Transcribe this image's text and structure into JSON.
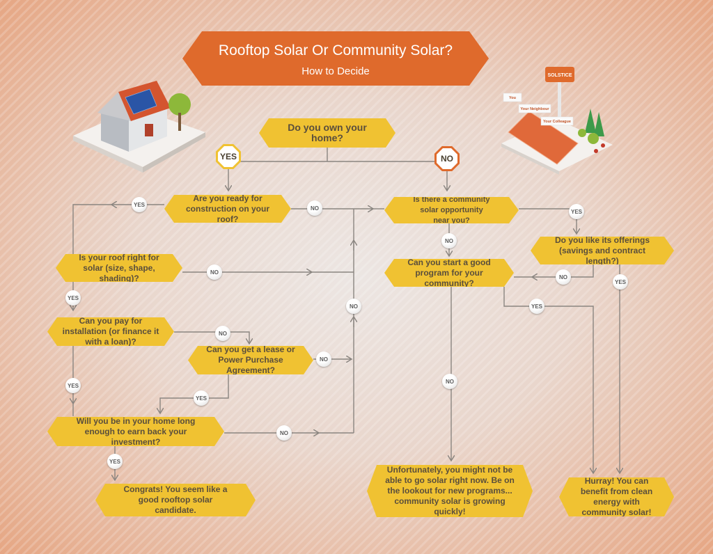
{
  "title": "Rooftop Solar Or Community Solar?",
  "subtitle": "How to Decide",
  "illustrations": {
    "house": "house-with-solar-panels",
    "community": "community-solar-farm",
    "community_sign_lettering": [
      "SOLSTICE",
      "You",
      "Your Neighbour",
      "Your Colleague"
    ]
  },
  "nodes": {
    "own_home": "Do you own your home?",
    "construction": "Are you ready for construction on your roof?",
    "community_near": "Is there a community solar opportunity near you?",
    "roof_right": "Is your roof right for solar (size, shape, shading)?",
    "offerings": "Do you like its offerings (savings and contract length?)",
    "start_program": "Can you start a good program for your community?",
    "pay": "Can you pay for installation (or finance it with a loan)?",
    "lease": "Can you get a lease or Power Purchase Agreement?",
    "stay": "Will you be in your home long enough to earn back your investment?",
    "congrats": "Congrats! You seem like a good rooftop solar candidate.",
    "unfortunately": "Unfortunately, you might not be able to go solar right now. Be on the lookout for new programs... community solar is growing quickly!",
    "hurray": "Hurray! You can benefit from clean energy with community solar!"
  },
  "labels": {
    "yes": "YES",
    "no": "NO"
  },
  "colors": {
    "banner": "#df6a2c",
    "node": "#f0c232",
    "text": "#5a4e3c",
    "line": "#8a8580"
  }
}
